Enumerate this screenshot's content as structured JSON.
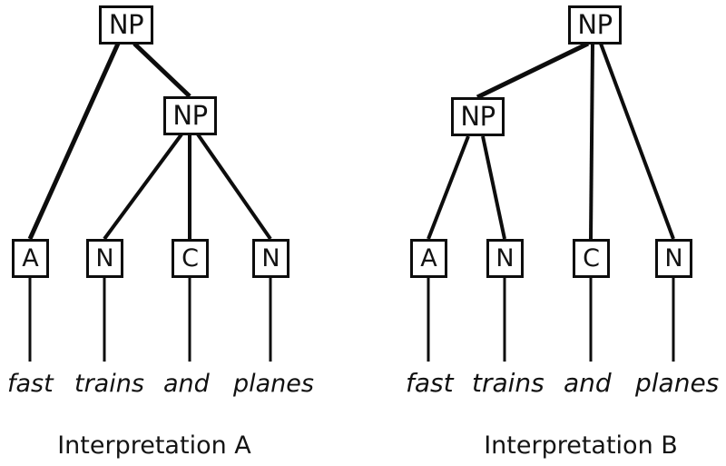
{
  "figure": {
    "title_present": false,
    "background_color": "#ffffff",
    "line_color": "#0d0d0d",
    "text_color": "#121212"
  },
  "trees": [
    {
      "id": "tree-a",
      "caption": "Interpretation A",
      "nodes": {
        "root": "NP",
        "inner": "NP",
        "terminals": [
          "A",
          "N",
          "C",
          "N"
        ]
      },
      "words": [
        "fast",
        "trains",
        "and",
        "planes"
      ]
    },
    {
      "id": "tree-b",
      "caption": "Interpretation B",
      "nodes": {
        "root": "NP",
        "inner": "NP",
        "terminals": [
          "A",
          "N",
          "C",
          "N"
        ]
      },
      "words": [
        "fast",
        "trains",
        "and",
        "planes"
      ]
    }
  ]
}
